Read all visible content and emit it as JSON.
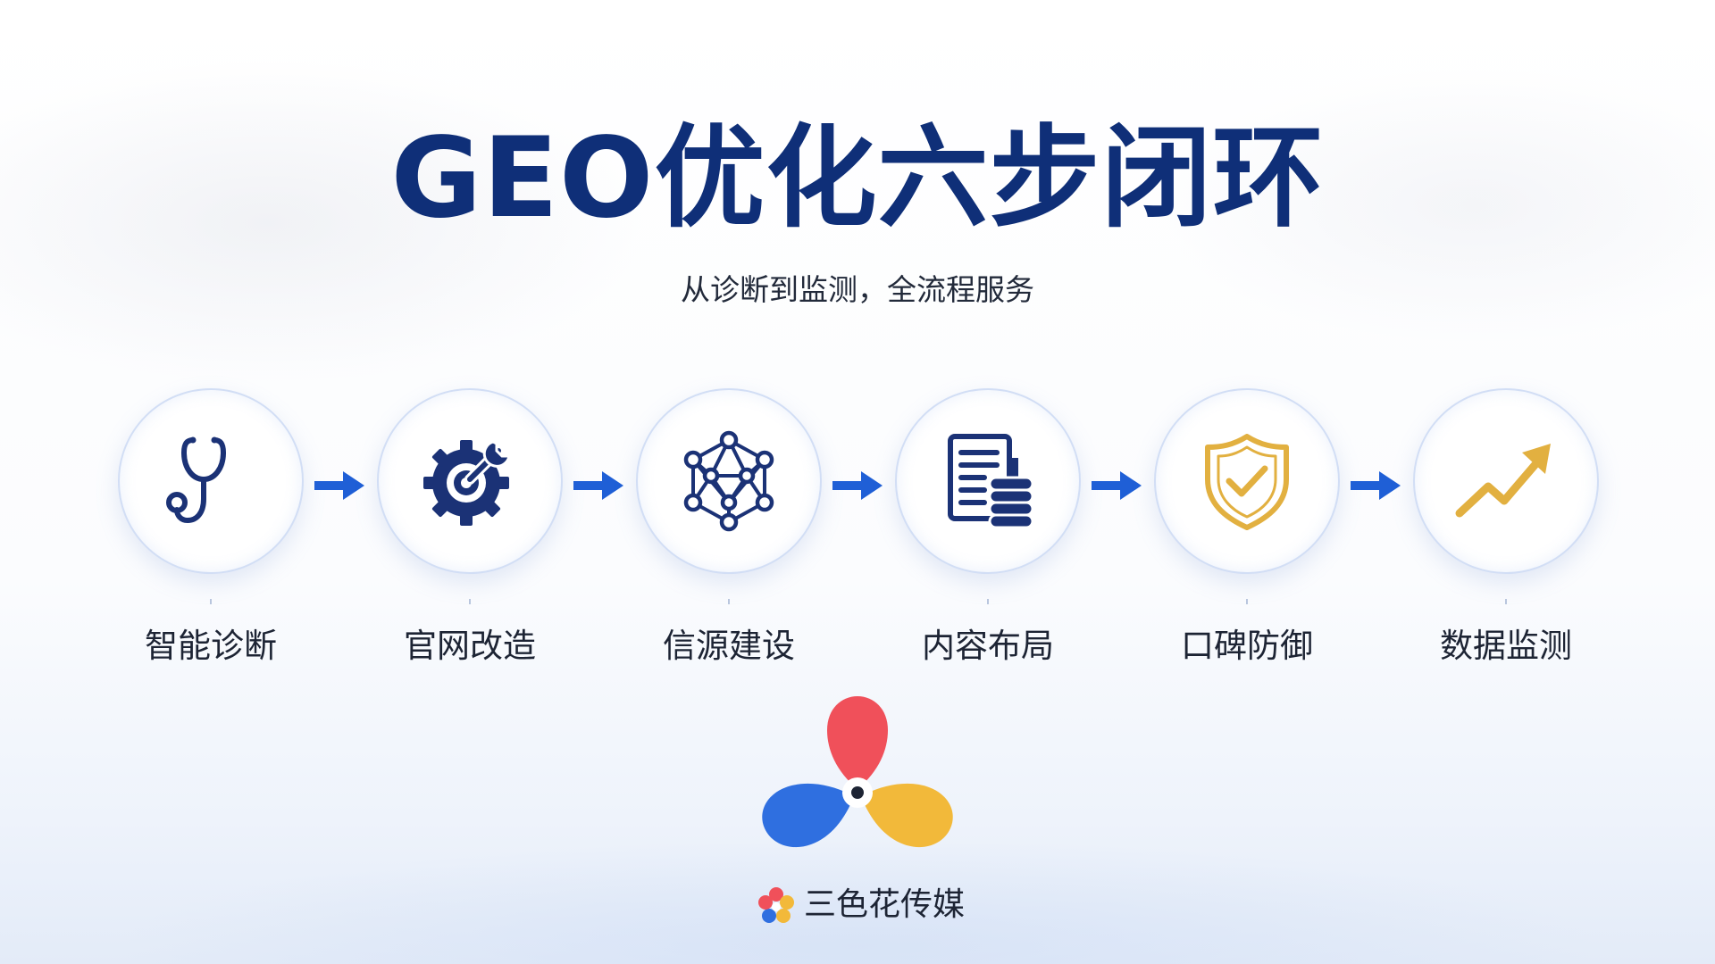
{
  "title": "GEO优化六步闭环",
  "subtitle": "从诊断到监测，全流程服务",
  "steps": [
    {
      "label": "智能诊断",
      "icon": "stethoscope-icon"
    },
    {
      "label": "官网改造",
      "icon": "gear-wrench-icon"
    },
    {
      "label": "信源建设",
      "icon": "network-icon"
    },
    {
      "label": "内容布局",
      "icon": "document-stack-icon"
    },
    {
      "label": "口碑防御",
      "icon": "shield-check-icon"
    },
    {
      "label": "数据监测",
      "icon": "trend-up-icon"
    }
  ],
  "brand": {
    "name": "三色花传媒"
  },
  "colors": {
    "navy": "#0f2f78",
    "icon_navy": "#1b3276",
    "gold": "#e2b040",
    "arrow_blue": "#1f5fd6",
    "petal_red": "#f0505a",
    "petal_blue": "#2f6fe0",
    "petal_yellow": "#f2b93a"
  }
}
